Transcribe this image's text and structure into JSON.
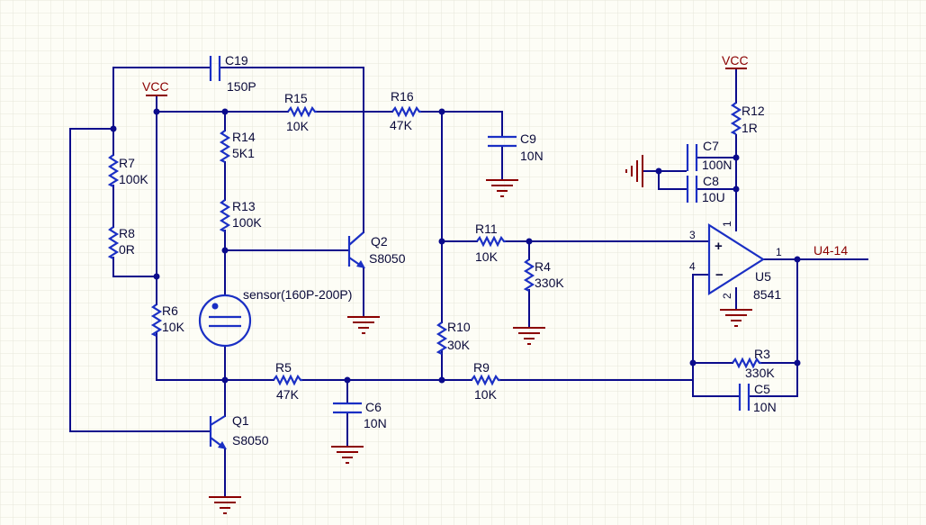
{
  "power": {
    "vcc_left": "VCC",
    "vcc_right": "VCC"
  },
  "components": {
    "C19": {
      "ref": "C19",
      "value": "150P"
    },
    "R15": {
      "ref": "R15",
      "value": "10K"
    },
    "R16": {
      "ref": "R16",
      "value": "47K"
    },
    "C9": {
      "ref": "C9",
      "value": "10N"
    },
    "R14": {
      "ref": "R14",
      "value": "5K1"
    },
    "R13": {
      "ref": "R13",
      "value": "100K"
    },
    "R7": {
      "ref": "R7",
      "value": "100K"
    },
    "R8": {
      "ref": "R8",
      "value": "0R"
    },
    "R6": {
      "ref": "R6",
      "value": "10K"
    },
    "Q2": {
      "ref": "Q2",
      "value": "S8050"
    },
    "Q1": {
      "ref": "Q1",
      "value": "S8050"
    },
    "sensor": {
      "label": "sensor(160P-200P)"
    },
    "R11": {
      "ref": "R11",
      "value": "10K"
    },
    "R4": {
      "ref": "R4",
      "value": "330K"
    },
    "R10": {
      "ref": "R10",
      "value": "30K"
    },
    "R5": {
      "ref": "R5",
      "value": "47K"
    },
    "C6": {
      "ref": "C6",
      "value": "10N"
    },
    "R9": {
      "ref": "R9",
      "value": "10K"
    },
    "R12": {
      "ref": "R12",
      "value": "1R"
    },
    "C7": {
      "ref": "C7",
      "value": "100N"
    },
    "C8": {
      "ref": "C8",
      "value": "10U"
    },
    "U5": {
      "ref": "U5",
      "value": "8541"
    },
    "R3": {
      "ref": "R3",
      "value": "330K"
    },
    "C5": {
      "ref": "C5",
      "value": "10N"
    }
  },
  "opamp_pins": {
    "in_plus_num": "3",
    "in_minus_num": "4",
    "out_num": "1",
    "vplus_num": "1",
    "vminus_num": "2",
    "plus_sign": "+",
    "minus_sign": "−"
  },
  "net_labels": {
    "output": "U4-14"
  },
  "colors": {
    "wire": "#0b0b8c",
    "component": "#1a2fc4",
    "power": "#8b0000",
    "grid": "#e6e6da",
    "background": "#fdfdf6"
  }
}
